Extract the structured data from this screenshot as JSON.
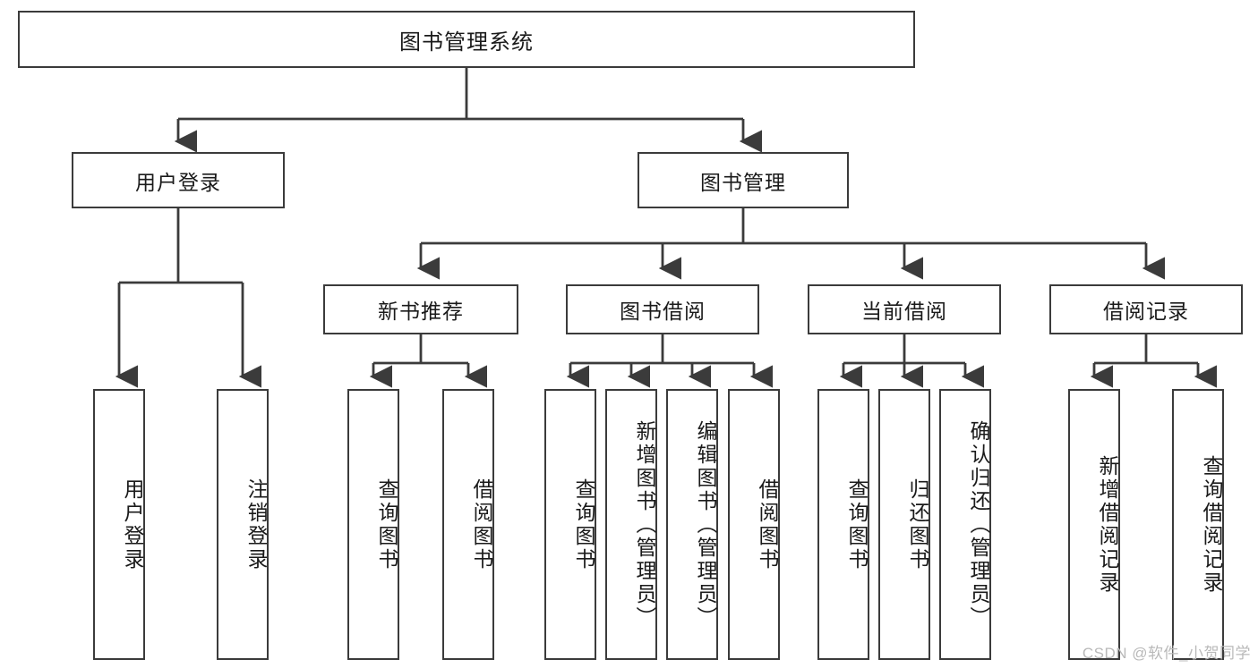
{
  "diagram": {
    "title": "图书管理系统",
    "type": "tree-hierarchy-diagram",
    "colors": {
      "stroke": "#3b3b3b",
      "fill": "#ffffff",
      "text": "#1a1a1a",
      "watermark": "#b9b9b9"
    },
    "root": {
      "label": "图书管理系统"
    },
    "level2": [
      {
        "label": "用户登录"
      },
      {
        "label": "图书管理"
      }
    ],
    "level3": [
      {
        "label": "新书推荐"
      },
      {
        "label": "图书借阅"
      },
      {
        "label": "当前借阅"
      },
      {
        "label": "借阅记录"
      }
    ],
    "leaves": {
      "user_login": [
        {
          "label": "用户登录"
        },
        {
          "label": "注销登录"
        }
      ],
      "new_book_recommend": [
        {
          "label": "查询图书"
        },
        {
          "label": "借阅图书"
        }
      ],
      "book_borrow": [
        {
          "label": "查询图书"
        },
        {
          "label": "新增图书（管理员）"
        },
        {
          "label": "编辑图书（管理员）"
        },
        {
          "label": "借阅图书"
        }
      ],
      "current_borrow": [
        {
          "label": "查询图书"
        },
        {
          "label": "归还图书"
        },
        {
          "label": "确认归还（管理员）"
        }
      ],
      "borrow_record": [
        {
          "label": "新增借阅记录"
        },
        {
          "label": "查询借阅记录"
        }
      ]
    },
    "watermark": "CSDN @软件_小贺同学"
  }
}
